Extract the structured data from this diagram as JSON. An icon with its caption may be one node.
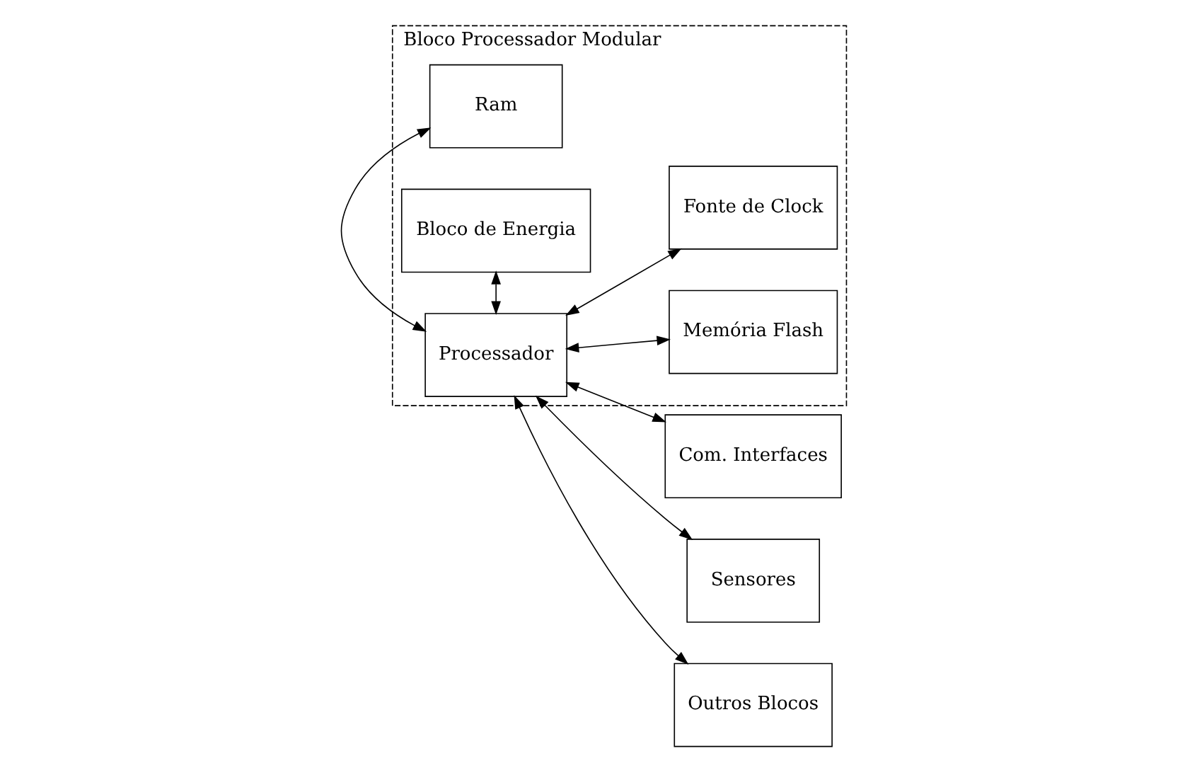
{
  "diagram": {
    "nodes": [
      {
        "text": [
          "Bloco Processador Modular"
        ]
      },
      {
        "text": [
          "Ram"
        ],
        "in": 0
      },
      {
        "text": [
          "Memória Flash"
        ],
        "in": 0
      },
      {
        "text": [
          "Processador"
        ],
        "in": 0
      },
      {
        "text": [
          "Fonte de Clock"
        ],
        "in": 0
      },
      {
        "text": [
          "Bloco de Energia"
        ],
        "in": 0
      },
      {
        "text": [
          "Com. Interfaces"
        ]
      },
      {
        "text": [
          "Sensores"
        ]
      },
      {
        "text": [
          "Outros Blocos"
        ]
      }
    ],
    "edges": [
      {
        "from": 3,
        "to": 1,
        "arrow": "both"
      },
      {
        "from": 3,
        "to": 2,
        "arrow": "both"
      },
      {
        "from": 3,
        "to": 4,
        "arrow": "both"
      },
      {
        "from": 3,
        "to": 5,
        "arrow": "both"
      },
      {
        "from": 3,
        "to": 6,
        "arrow": "both"
      },
      {
        "from": 3,
        "to": 7,
        "arrow": "both"
      },
      {
        "from": 3,
        "to": 8,
        "arrow": "both"
      }
    ]
  }
}
